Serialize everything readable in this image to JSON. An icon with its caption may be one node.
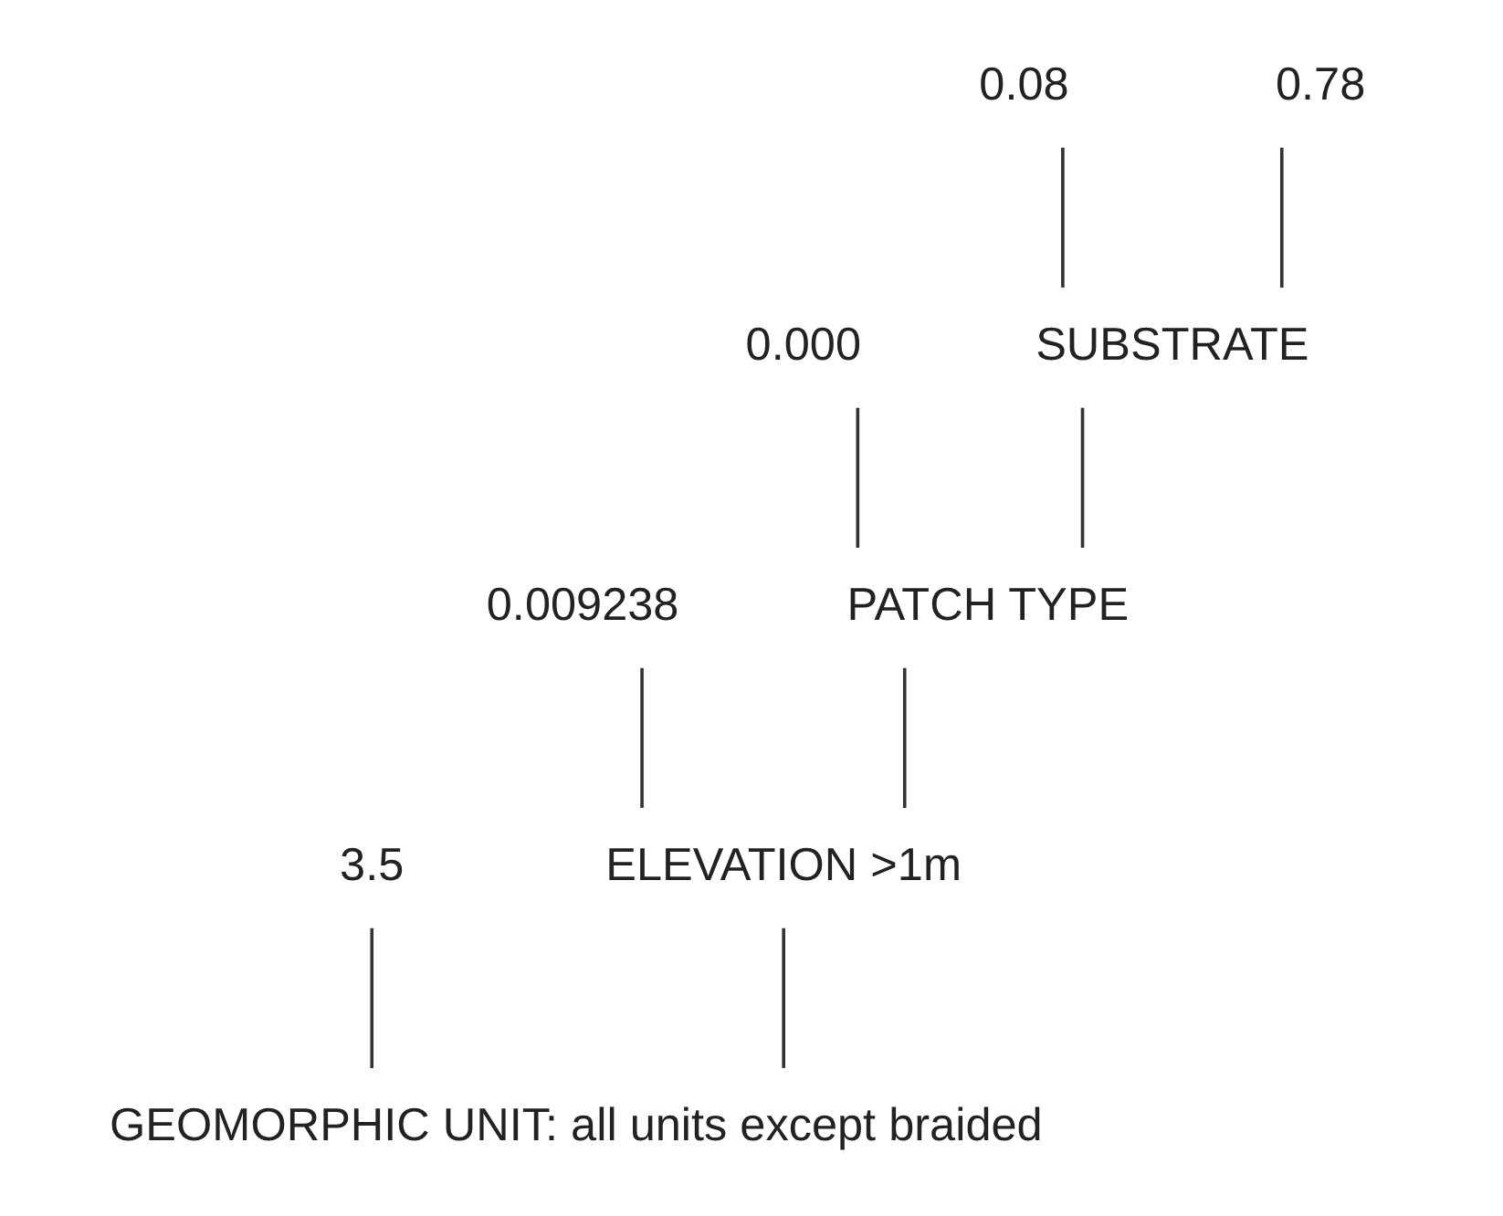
{
  "diagram": {
    "nodes": [
      {
        "text": [
          "GEOMORPHIC UNIT: all units except braided"
        ]
      },
      {
        "text": [
          "3.5"
        ]
      },
      {
        "text": [
          "ELEVATION >1m"
        ]
      },
      {
        "text": [
          "0.009238"
        ]
      },
      {
        "text": [
          "PATCH TYPE"
        ]
      },
      {
        "text": [
          "0.000"
        ]
      },
      {
        "text": [
          "SUBSTRATE"
        ]
      },
      {
        "text": [
          "0.08"
        ]
      },
      {
        "text": [
          "0.78"
        ]
      }
    ],
    "edges": [
      {
        "from": 0,
        "to": 1,
        "arrow": "none"
      },
      {
        "from": 0,
        "to": 2,
        "arrow": "none"
      },
      {
        "from": 2,
        "to": 3,
        "arrow": "none"
      },
      {
        "from": 2,
        "to": 4,
        "arrow": "none"
      },
      {
        "from": 4,
        "to": 5,
        "arrow": "none"
      },
      {
        "from": 4,
        "to": 6,
        "arrow": "none"
      },
      {
        "from": 6,
        "to": 7,
        "arrow": "none"
      },
      {
        "from": 6,
        "to": 8,
        "arrow": "none"
      }
    ]
  }
}
